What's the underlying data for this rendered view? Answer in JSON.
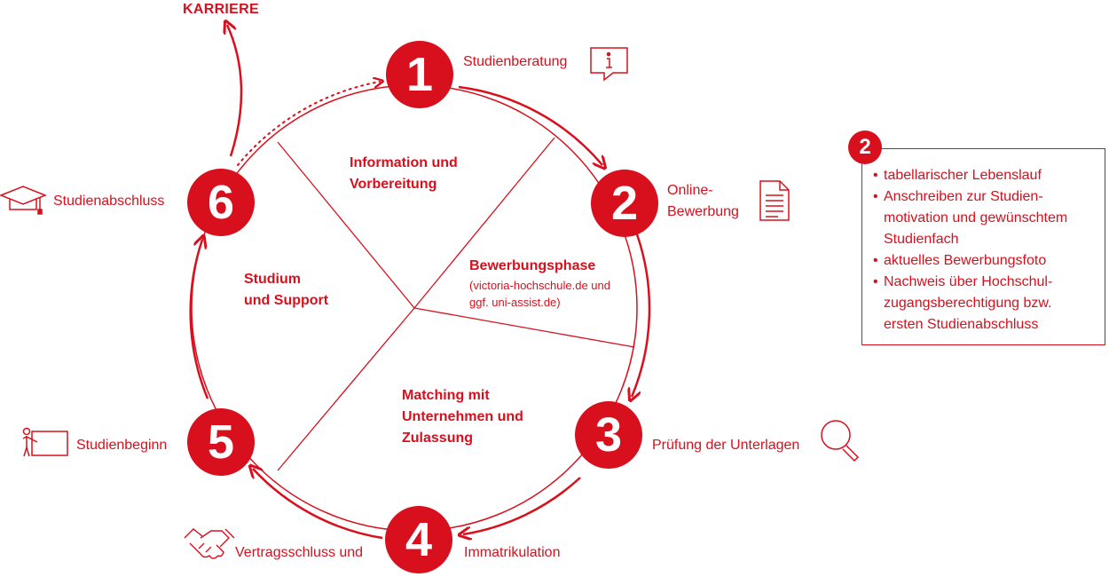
{
  "karriere": "KARRIERE",
  "steps": [
    {
      "number": "1",
      "label": "Studienberatung",
      "icon": "info-sign-icon"
    },
    {
      "number": "2",
      "label_lines": [
        "Online-",
        "Bewerbung"
      ],
      "icon": "document-icon"
    },
    {
      "number": "3",
      "label": "Prüfung der Unterlagen",
      "icon": "magnifier-icon"
    },
    {
      "number": "4",
      "label_left": "Vertragsschluss und",
      "label_right": "Immatrikulation",
      "icon": "handshake-icon"
    },
    {
      "number": "5",
      "label": "Studienbeginn",
      "icon": "presentation-icon"
    },
    {
      "number": "6",
      "label": "Studienabschluss",
      "icon": "graduation-cap-icon"
    }
  ],
  "segments": {
    "information": [
      "Information und",
      "Vorbereitung"
    ],
    "bewerbung": {
      "title": "Bewerbungsphase",
      "note": [
        "(victoria-hochschule.de und",
        "ggf. uni-assist.de)"
      ]
    },
    "matching": [
      "Matching mit",
      "Unternehmen und",
      "Zulassung"
    ],
    "studium": [
      "Studium",
      "und Support"
    ]
  },
  "info_box": {
    "badge": "2",
    "items": [
      [
        "tabellarischer Lebenslauf"
      ],
      [
        "Anschreiben zur Studien-",
        "motivation und gewünschtem",
        "Studienfach"
      ],
      [
        "aktuelles Bewerbungsfoto"
      ],
      [
        "Nachweis über Hochschul-",
        "zugangsberechtigung bzw.",
        "ersten Studienabschluss"
      ]
    ]
  },
  "colors": {
    "accent": "#d8101d",
    "background": "#ffffff"
  }
}
